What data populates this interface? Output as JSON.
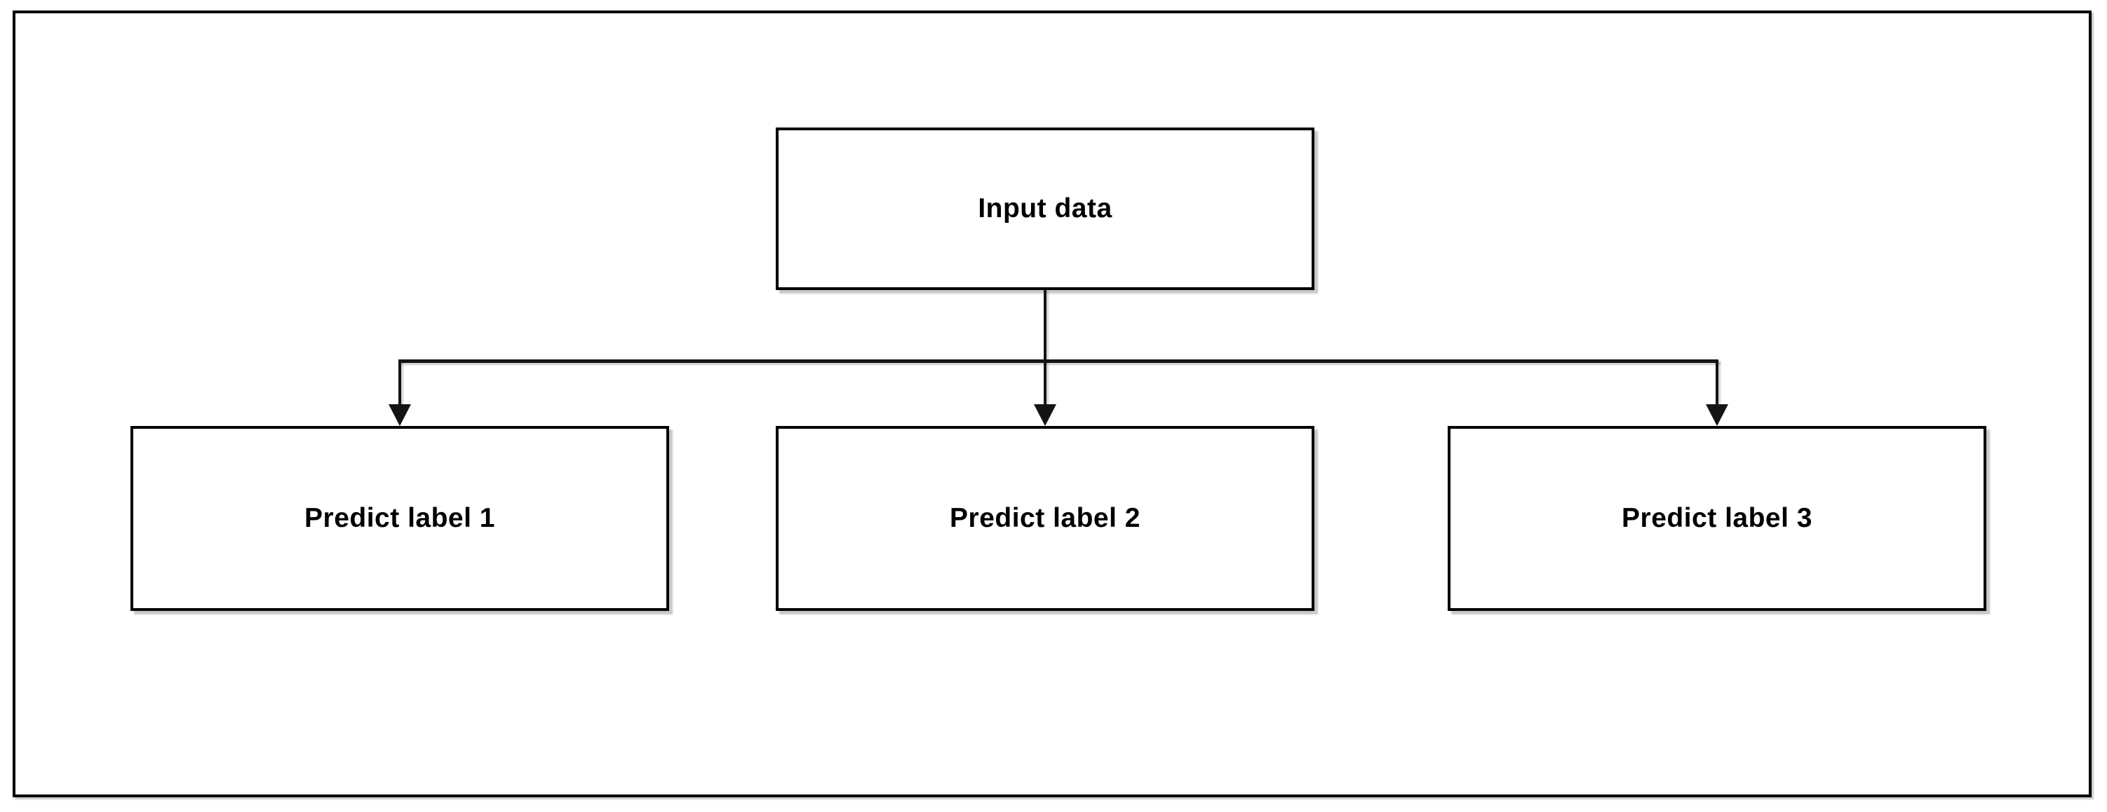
{
  "diagram": {
    "type": "flowchart",
    "background_color": "#ffffff",
    "line_color": "#141414",
    "border_color": "#000000",
    "text_color": "#000000",
    "nodes": {
      "input": {
        "label": "Input data"
      },
      "predict_1": {
        "label": "Predict label 1"
      },
      "predict_2": {
        "label": "Predict label 2"
      },
      "predict_3": {
        "label": "Predict label 3"
      }
    },
    "edges": [
      {
        "from": "Input data",
        "to": "Predict label 1",
        "arrowhead": "filled-triangle-down"
      },
      {
        "from": "Input data",
        "to": "Predict label 2",
        "arrowhead": "filled-triangle-down"
      },
      {
        "from": "Input data",
        "to": "Predict label 3",
        "arrowhead": "filled-triangle-down"
      }
    ]
  }
}
